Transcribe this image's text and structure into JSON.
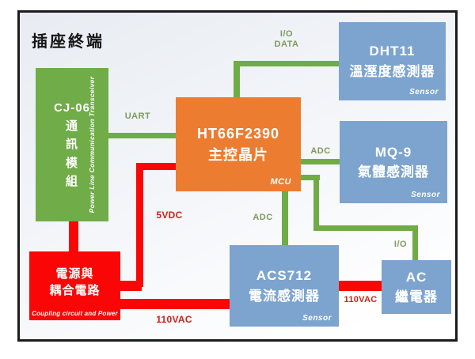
{
  "title": "插座終端",
  "blocks": {
    "cj06": {
      "text": "CJ-06\n通\n訊\n模\n組",
      "side_label": "Power Line Communication Transceiver"
    },
    "mcu": {
      "text": "HT66F2390\n主控晶片",
      "tag": "MCU"
    },
    "dht11": {
      "text": "DHT11\n溫溼度感測器",
      "tag": "Sensor"
    },
    "mq9": {
      "text": "MQ-9\n氣體感測器",
      "tag": "Sensor"
    },
    "acs712": {
      "text": "ACS712\n電流感測器",
      "tag": "Sensor"
    },
    "ac_relay": {
      "text": "AC\n繼電器"
    },
    "power": {
      "text": "電源與\n耦合電路",
      "tag": "Coupling circuit and Power"
    }
  },
  "labels": {
    "uart": "UART",
    "io_data": "I/O\nDATA",
    "adc_mq9": "ADC",
    "adc_acs712": "ADC",
    "io_relay": "I/O",
    "vdc_5": "5VDC",
    "vac_110_main": "110VAC",
    "vac_110_relay": "110VAC"
  },
  "colors": {
    "box_green": "#70AC48",
    "box_orange": "#EC7C30",
    "box_blue": "#7CA4CE",
    "box_red": "#FB0606",
    "wire_green": "#6FAC46",
    "wire_red": "#FB0606",
    "label_green": "#7E9A5F",
    "label_red": "#D21F1B",
    "frame_border": "#1c1c1c"
  }
}
